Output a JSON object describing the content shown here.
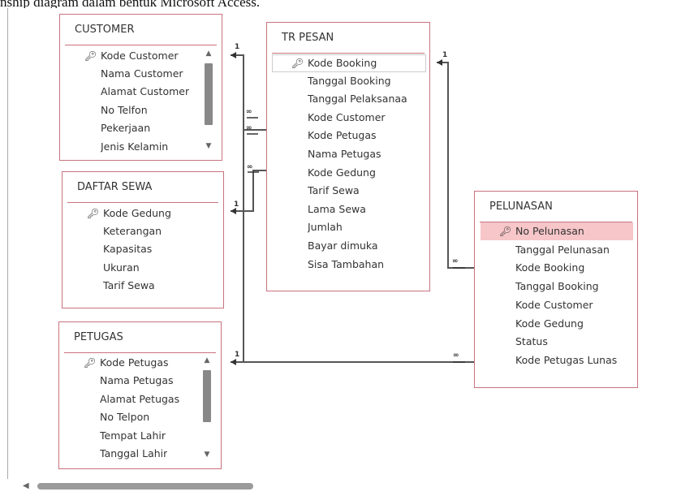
{
  "caption": "nship diagram dalam bentuk Microsoft Access.",
  "tables": {
    "customer": {
      "title": "CUSTOMER",
      "fields": [
        "Kode Customer",
        "Nama Customer",
        "Alamat Customer",
        "No Telfon",
        "Pekerjaan",
        "Jenis Kelamin"
      ]
    },
    "daftar_sewa": {
      "title": "DAFTAR SEWA",
      "fields": [
        "Kode Gedung",
        "Keterangan",
        "Kapasitas",
        "Ukuran",
        "Tarif Sewa"
      ]
    },
    "petugas": {
      "title": "PETUGAS",
      "fields": [
        "Kode Petugas",
        "Nama Petugas",
        "Alamat Petugas",
        "No Telpon",
        "Tempat Lahir",
        "Tanggal Lahir"
      ]
    },
    "tr_pesan": {
      "title": "TR PESAN",
      "fields": [
        "Kode Booking",
        "Tanggal Booking",
        "Tanggal Pelaksanaa",
        "Kode Customer",
        "Kode Petugas",
        "Nama Petugas",
        "Kode Gedung",
        "Tarif Sewa",
        "Lama Sewa",
        "Jumlah",
        "Bayar dimuka",
        "Sisa Tambahan"
      ]
    },
    "pelunasan": {
      "title": "PELUNASAN",
      "fields": [
        "No Pelunasan",
        "Tanggal Pelunasan",
        "Kode Booking",
        "Tanggal Booking",
        "Kode Customer",
        "Kode Gedung",
        "Status",
        "Kode Petugas Lunas"
      ]
    }
  },
  "icons": {
    "key": "primary-key-icon"
  },
  "relationship_marks": {
    "one": "1",
    "many": "∞"
  },
  "colors": {
    "table_border": "#c9737d",
    "selected_row": "#f7c6c9",
    "line": "#555555"
  }
}
